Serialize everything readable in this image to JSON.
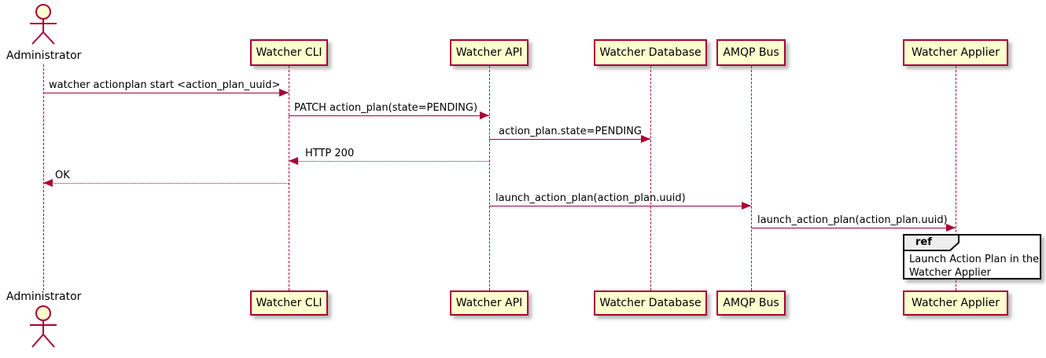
{
  "diagram": {
    "type": "uml-sequence-diagram",
    "colors": {
      "participant_fill": "#FEFECE",
      "participant_border": "#A80036",
      "message_line": "#A80036",
      "lifeline": "#A80036",
      "text": "#000000",
      "ref_border": "#000000",
      "ref_tab_fill": "#EEEEEE",
      "background": "#FFFFFF"
    },
    "actor": {
      "name": "Administrator"
    },
    "participants": [
      {
        "name": "Watcher CLI"
      },
      {
        "name": "Watcher API"
      },
      {
        "name": "Watcher Database"
      },
      {
        "name": "AMQP Bus"
      },
      {
        "name": "Watcher Applier"
      }
    ],
    "messages": [
      {
        "from": "Administrator",
        "to": "Watcher CLI",
        "style": "solid",
        "text": "watcher actionplan start <action_plan_uuid>"
      },
      {
        "from": "Watcher CLI",
        "to": "Watcher API",
        "style": "solid",
        "text": "PATCH action_plan(state=PENDING)"
      },
      {
        "from": "Watcher API",
        "to": "Watcher Database",
        "style": "solid",
        "text": "action_plan.state=PENDING"
      },
      {
        "from": "Watcher API",
        "to": "Watcher CLI",
        "style": "dashed-return",
        "text": "HTTP 200"
      },
      {
        "from": "Watcher CLI",
        "to": "Administrator",
        "style": "dashed-return",
        "text": "OK"
      },
      {
        "from": "Watcher API",
        "to": "AMQP Bus",
        "style": "solid",
        "text": "launch_action_plan(action_plan.uuid)"
      },
      {
        "from": "AMQP Bus",
        "to": "Watcher Applier",
        "style": "solid",
        "text": "launch_action_plan(action_plan.uuid)"
      }
    ],
    "ref": {
      "label": "ref",
      "line1": "Launch Action Plan in the",
      "line2": "Watcher Applier"
    }
  }
}
